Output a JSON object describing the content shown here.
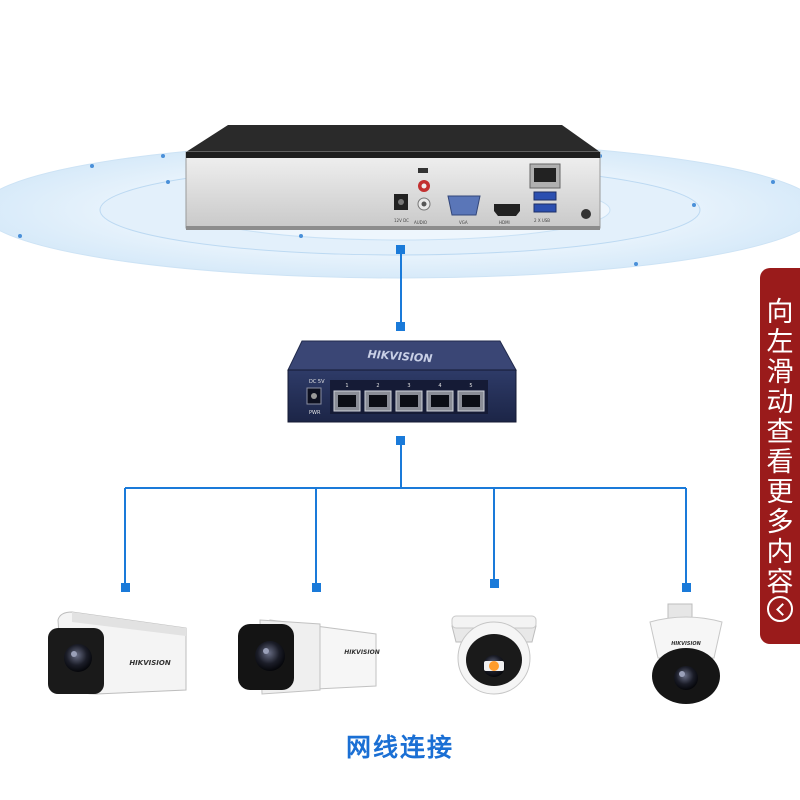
{
  "nvr": {
    "port_labels": [
      "12V DC",
      "AUDIO",
      "VGA",
      "HDMI",
      "2 X USB"
    ]
  },
  "switch": {
    "brand": "HIKVISION",
    "power_label_1": "DC 5V",
    "power_label_2": "PWR",
    "port_numbers": [
      "1",
      "2",
      "3",
      "4",
      "5"
    ]
  },
  "cameras": [
    {
      "type": "bullet-camera",
      "brand": "HIKVISION"
    },
    {
      "type": "bullet-camera",
      "brand": "HIKVISION"
    },
    {
      "type": "dome-camera",
      "brand": ""
    },
    {
      "type": "ptz-camera",
      "brand": "HIKVISION"
    }
  ],
  "caption": "网线连接",
  "side_tab": {
    "text": "向左滑动查看更多内容",
    "icon": "chevron-left-icon"
  },
  "colors": {
    "link": "#1a7ad9",
    "caption": "#1a6fd4",
    "tab": "#9a1b1b",
    "ripple": "#cfe6f8"
  }
}
